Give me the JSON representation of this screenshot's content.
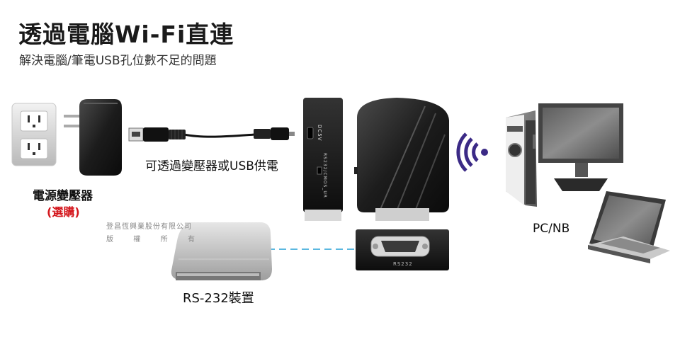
{
  "header": {
    "title": "透過電腦Wi-Fi直連",
    "subtitle": "解決電腦/筆電USB孔位數不足的問題"
  },
  "labels": {
    "adapter": "電源變壓器",
    "adapter_optional": "(選購)",
    "cable": "可透過變壓器或USB供電",
    "pc": "PC/NB",
    "rs232_device": "RS-232裝置",
    "copyright_line1": "登昌恆興業股份有限公司",
    "copyright_line2": [
      "版",
      "權",
      "所",
      "有"
    ],
    "port_dc": "DC5V",
    "port_switch": "RS232/CMOS_UR",
    "port_rs232": "RS232"
  },
  "colors": {
    "accent_red": "#d4161c",
    "wifi_purple": "#3b2a86",
    "link_dash": "#5bb8e0"
  },
  "icons": [
    "wall-outlet-icon",
    "power-adapter-icon",
    "usb-plug-icon",
    "dc-plug-icon",
    "wifi-signal-icon",
    "desktop-pc-icon",
    "laptop-icon",
    "rs232-device-icon",
    "db9-connector-icon"
  ]
}
